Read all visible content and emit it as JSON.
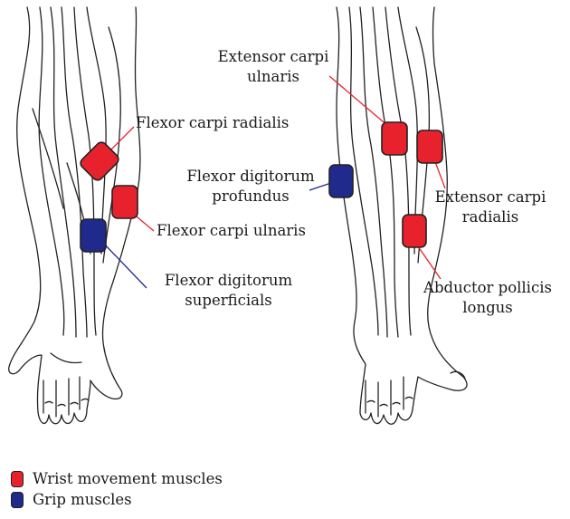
{
  "colors": {
    "wrist": "#e8222d",
    "grip": "#1f2a8c",
    "outline": "#222222",
    "wrist_leader": "#e8222d",
    "grip_leader": "#1f2a8c"
  },
  "left_arm": {
    "labels": {
      "flexor_carpi_radialis": "Flexor carpi radialis",
      "flexor_carpi_ulnaris": "Flexor carpi ulnaris",
      "flexor_digitorum_superficials_line1": "Flexor digitorum",
      "flexor_digitorum_superficials_line2": "superficials"
    }
  },
  "right_arm": {
    "labels": {
      "extensor_carpi_ulnaris_line1": "Extensor carpi",
      "extensor_carpi_ulnaris_line2": "ulnaris",
      "flexor_digitorum_profundus_line1": "Flexor digitorum",
      "flexor_digitorum_profundus_line2": "profundus",
      "extensor_carpi_radialis_line1": "Extensor carpi",
      "extensor_carpi_radialis_line2": "radialis",
      "abductor_pollicis_longus_line1": "Abductor pollicis",
      "abductor_pollicis_longus_line2": "longus"
    }
  },
  "legend": {
    "wrist": "Wrist movement muscles",
    "grip": "Grip muscles"
  }
}
